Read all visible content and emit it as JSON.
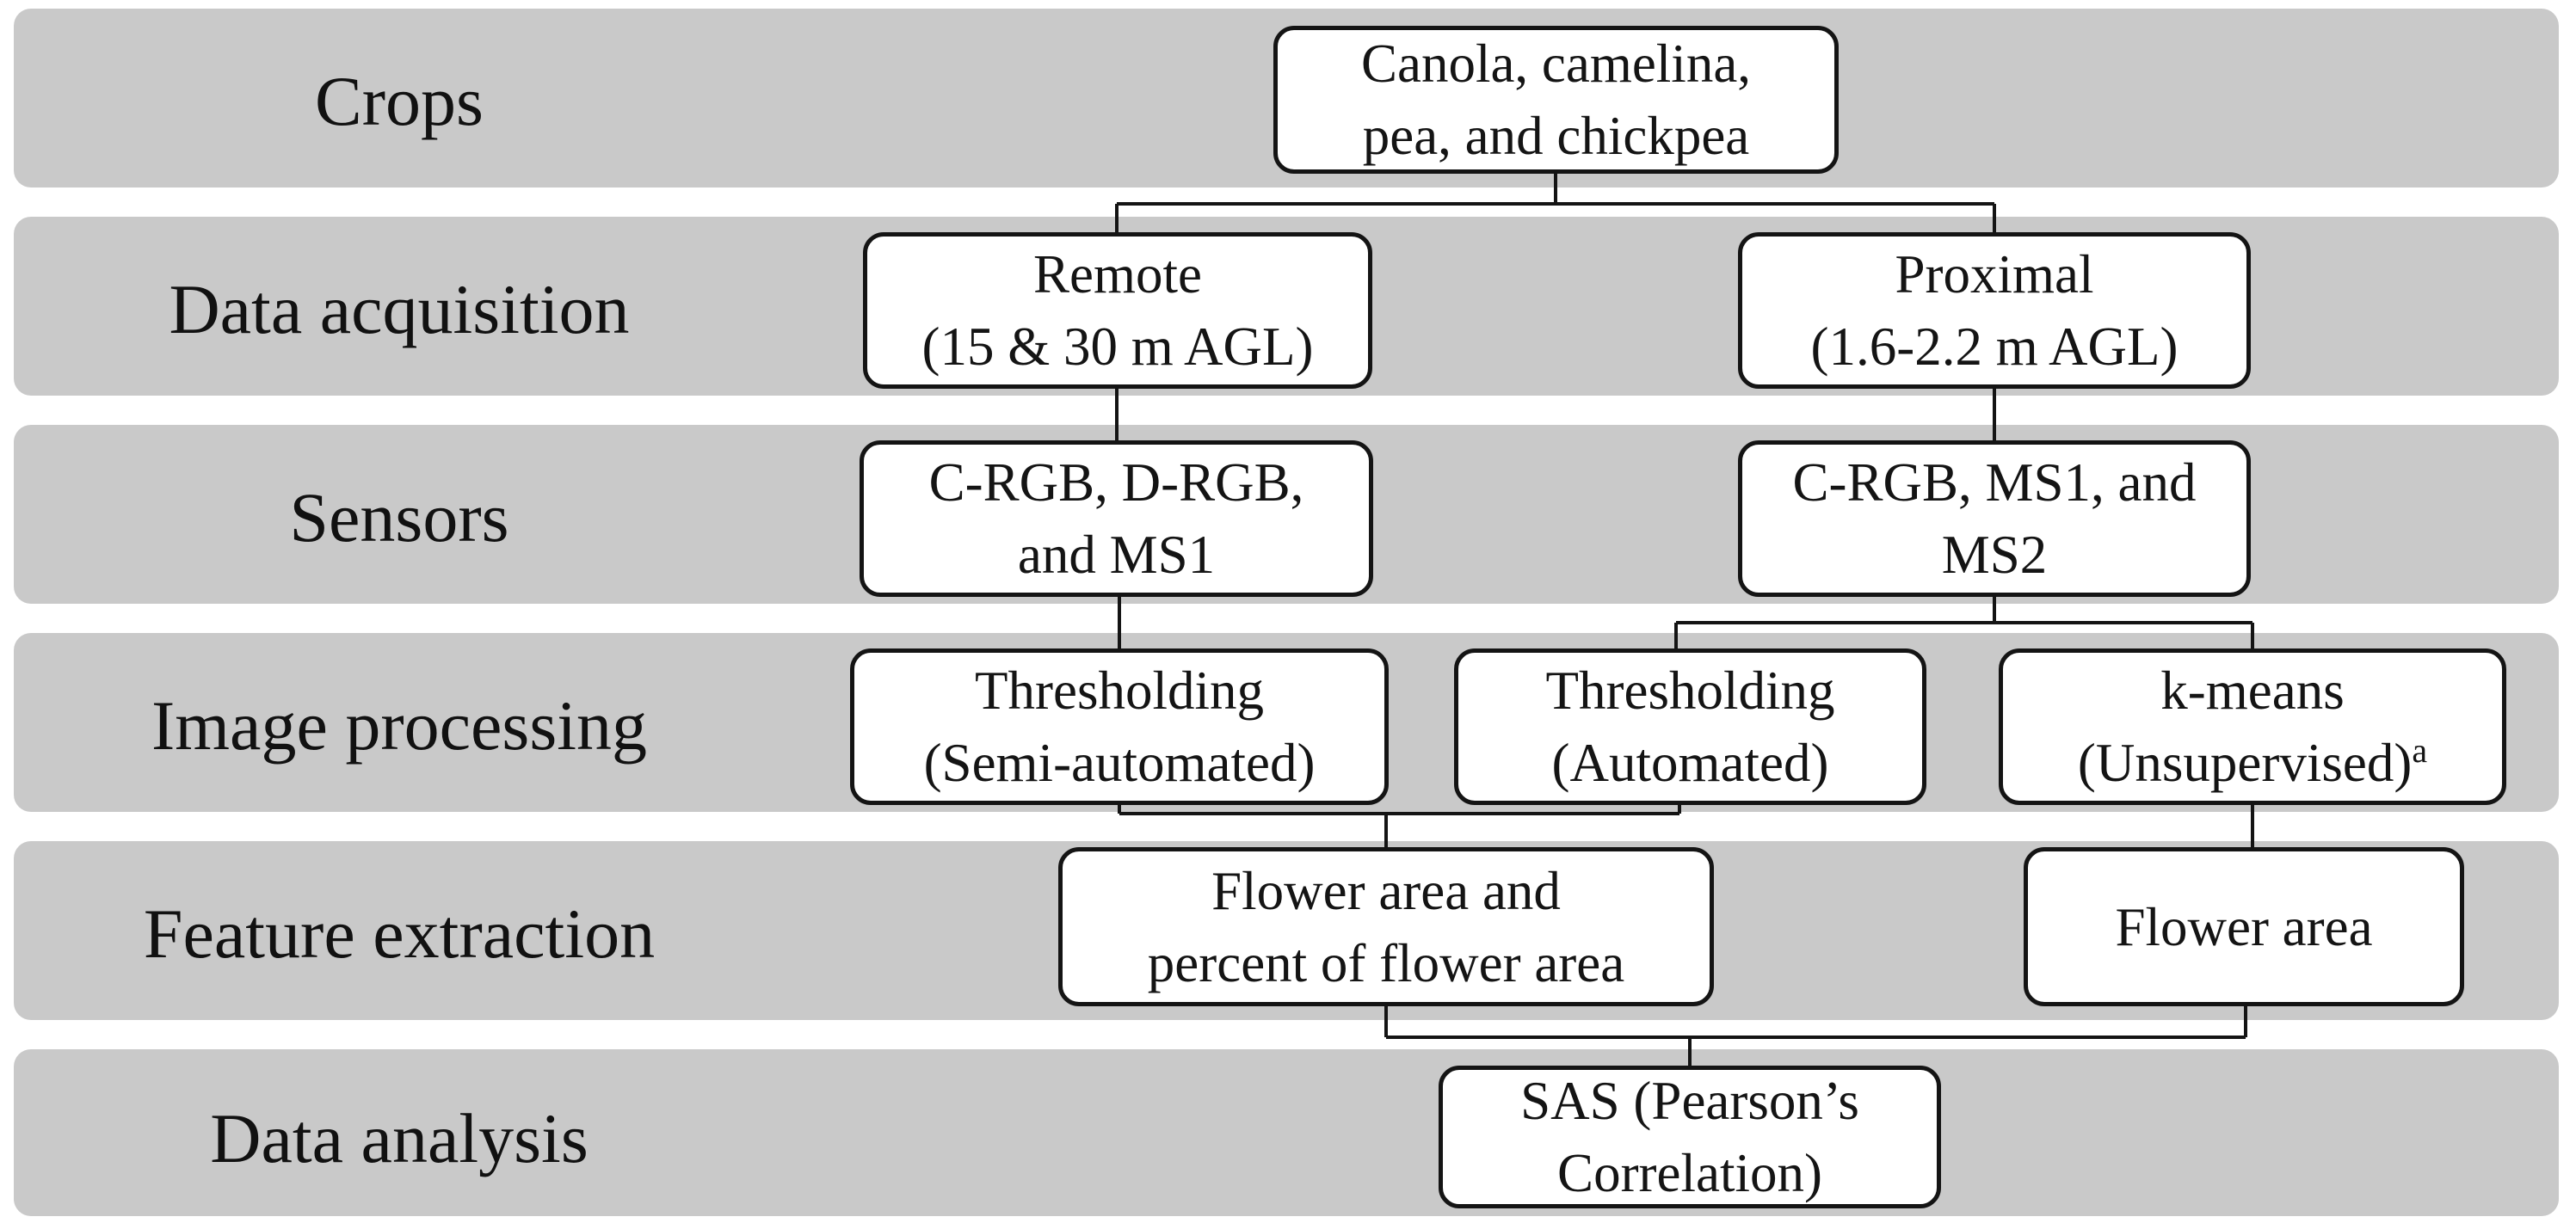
{
  "figure_type": "flowchart",
  "colors": {
    "band_background": "#c9c9c9",
    "box_background": "#ffffff",
    "line_and_border": "#141414",
    "text": "#111111"
  },
  "stages": [
    {
      "label": "Crops"
    },
    {
      "label": "Data acquisition"
    },
    {
      "label": "Sensors"
    },
    {
      "label": "Image processing"
    },
    {
      "label": "Feature extraction"
    },
    {
      "label": "Data analysis"
    }
  ],
  "boxes": {
    "crops": {
      "line1": "Canola, camelina,",
      "line2": "pea, and chickpea"
    },
    "remote": {
      "line1": "Remote",
      "line2": "(15 & 30 m AGL)"
    },
    "proximal": {
      "line1": "Proximal",
      "line2": "(1.6-2.2 m AGL)"
    },
    "sensors_remote": {
      "line1": "C-RGB, D-RGB,",
      "line2": "and MS1"
    },
    "sensors_proximal": {
      "line1": "C-RGB, MS1, and",
      "line2": "MS2"
    },
    "thresholding_semi": {
      "line1": "Thresholding",
      "line2": "(Semi-automated)"
    },
    "thresholding_auto": {
      "line1": "Thresholding",
      "line2": "(Automated)"
    },
    "kmeans": {
      "line1": "k-means",
      "line2": "(Unsupervised)",
      "superscript": "a"
    },
    "flower_area_percent": {
      "line1": "Flower area and",
      "line2": "percent of flower area"
    },
    "flower_area": {
      "line1": "Flower area"
    },
    "sas": {
      "line1": "SAS (Pearson’s",
      "line2": "Correlation)"
    }
  }
}
